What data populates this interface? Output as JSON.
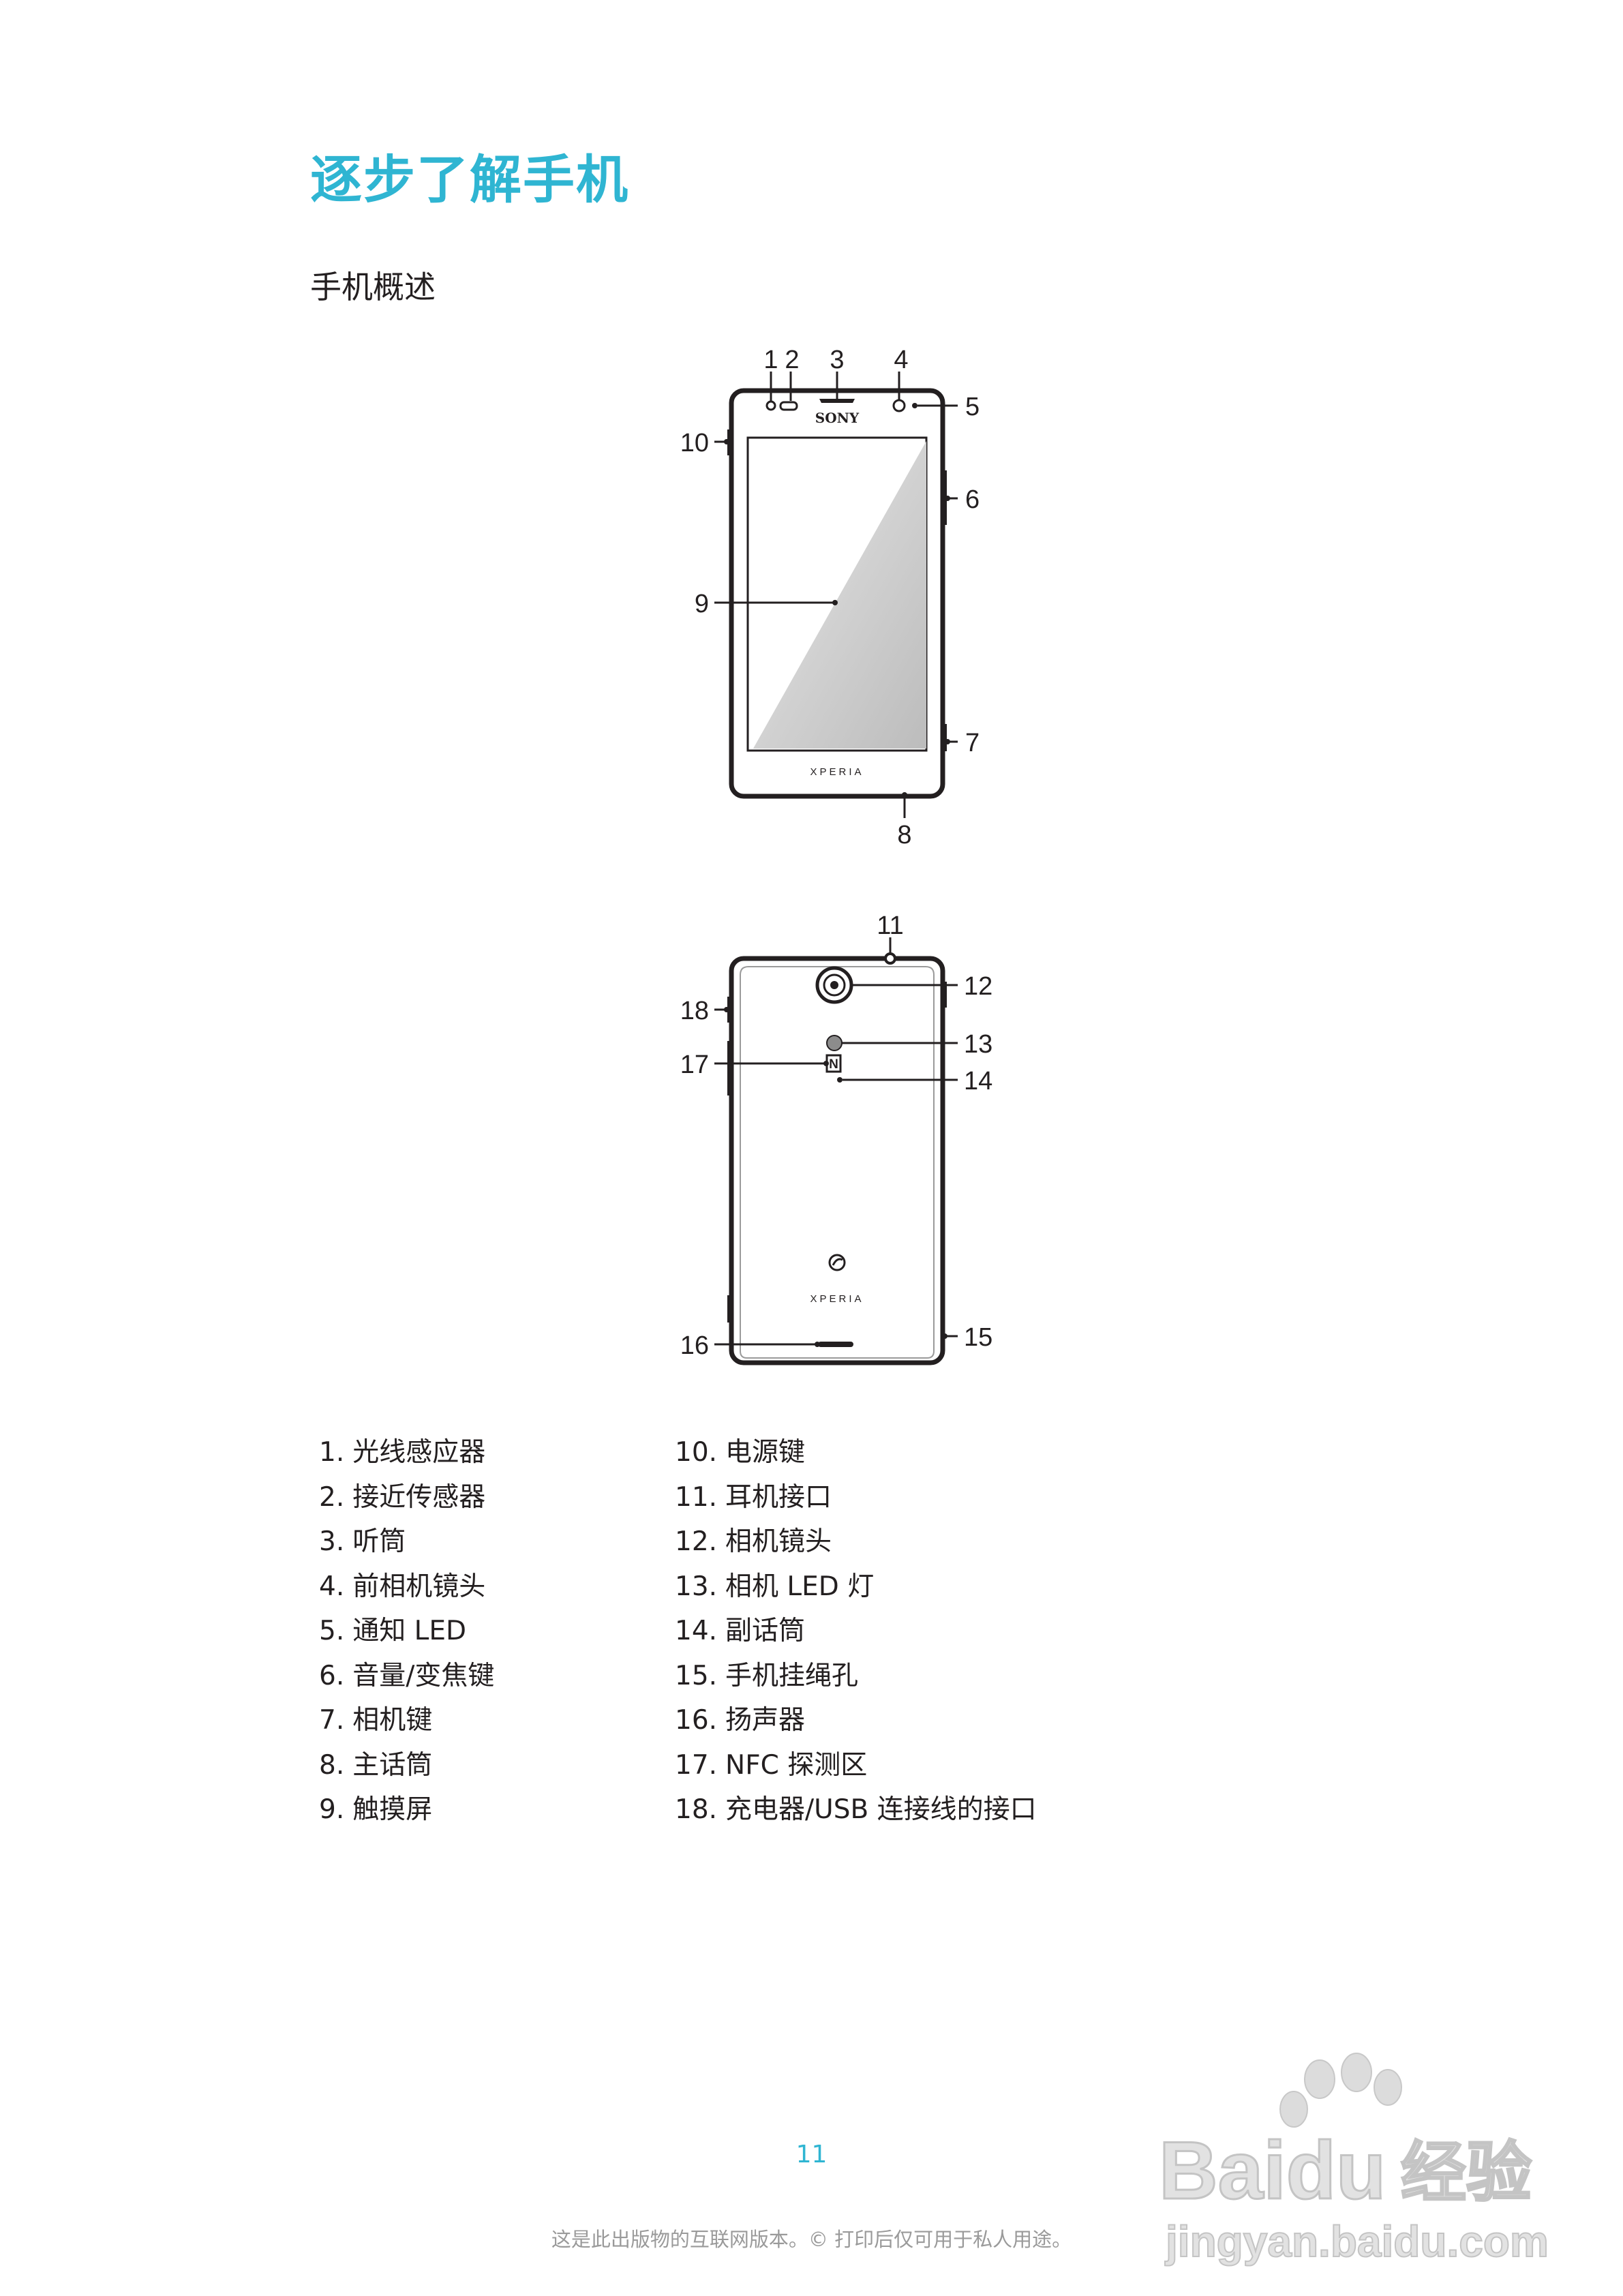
{
  "page": {
    "title": "逐步了解手机",
    "section_title": "手机概述",
    "page_number": "11",
    "footer_note": "这是此出版物的互联网版本。© 打印后仅可用于私人用途。"
  },
  "diagram": {
    "front": {
      "brand": "SONY",
      "model": "XPERIA",
      "callouts": [
        "1",
        "2",
        "3",
        "4",
        "5",
        "6",
        "7",
        "8",
        "9",
        "10"
      ]
    },
    "back": {
      "model": "XPERIA",
      "nfc_mark": "N",
      "callouts": [
        "11",
        "12",
        "13",
        "14",
        "15",
        "16",
        "17",
        "18"
      ]
    }
  },
  "legend": {
    "left": [
      {
        "num": "1.",
        "label": "光线感应器"
      },
      {
        "num": "2.",
        "label": "接近传感器"
      },
      {
        "num": "3.",
        "label": "听筒"
      },
      {
        "num": "4.",
        "label": "前相机镜头"
      },
      {
        "num": "5.",
        "label": "通知 LED"
      },
      {
        "num": "6.",
        "label": "音量/变焦键"
      },
      {
        "num": "7.",
        "label": "相机键"
      },
      {
        "num": "8.",
        "label": "主话筒"
      },
      {
        "num": "9.",
        "label": "触摸屏"
      }
    ],
    "right": [
      {
        "num": "10.",
        "label": "电源键"
      },
      {
        "num": "11.",
        "label": "耳机接口"
      },
      {
        "num": "12.",
        "label": "相机镜头"
      },
      {
        "num": "13.",
        "label": "相机 LED 灯"
      },
      {
        "num": "14.",
        "label": "副话筒"
      },
      {
        "num": "15.",
        "label": "手机挂绳孔"
      },
      {
        "num": "16.",
        "label": "扬声器"
      },
      {
        "num": "17.",
        "label": "NFC 探测区"
      },
      {
        "num": "18.",
        "label": "充电器/USB 连接线的接口"
      }
    ]
  },
  "watermark": {
    "brand": "Baidu",
    "product": "经验",
    "url": "jingyan.baidu.com"
  },
  "colors": {
    "accent": "#2fb5d2",
    "text": "#231f20",
    "footer": "#9a9a9a"
  }
}
